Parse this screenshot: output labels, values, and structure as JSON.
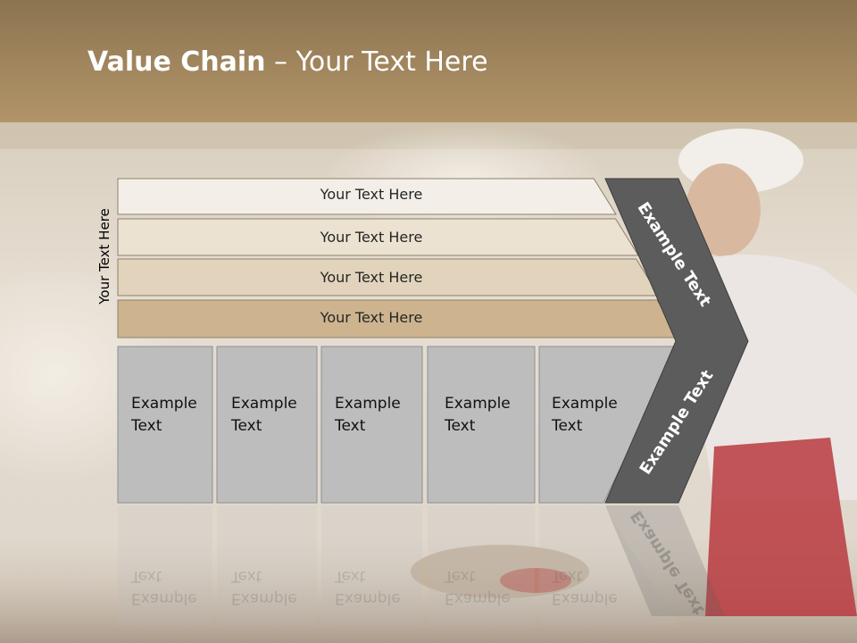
{
  "slide": {
    "title_bold": "Value Chain",
    "title_rest": " – Your Text Here",
    "side_label": "Your Text Here"
  },
  "bands": [
    {
      "label": "Your Text Here",
      "color": "#f3efe8"
    },
    {
      "label": "Your Text Here",
      "color": "#ebe2d2"
    },
    {
      "label": "Your Text Here",
      "color": "#e2d4bc"
    },
    {
      "label": "Your Text Here",
      "color": "#cdb48f"
    }
  ],
  "boxes": [
    {
      "line1": "Example",
      "line2": "Text"
    },
    {
      "line1": "Example",
      "line2": "Text"
    },
    {
      "line1": "Example",
      "line2": "Text"
    },
    {
      "line1": "Example",
      "line2": "Text"
    },
    {
      "line1": "Example",
      "line2": "Text"
    }
  ],
  "chevron": {
    "top_label": "Example Text",
    "bottom_label": "Example Text",
    "color": "#5c5c5c"
  },
  "colors": {
    "header": "#a8895f",
    "box_fill": "#bdbdbd",
    "box_stroke": "#8e8e8e"
  }
}
